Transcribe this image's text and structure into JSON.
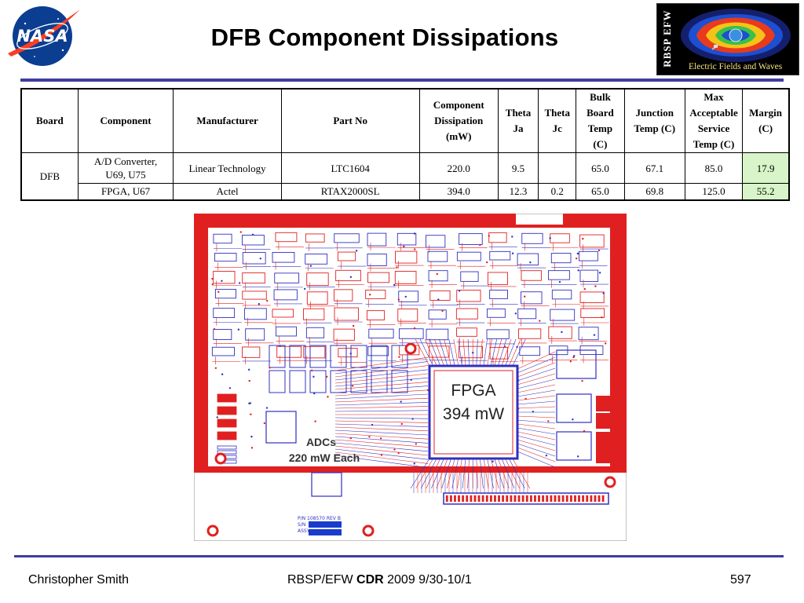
{
  "title": "DFB Component Dissipations",
  "logos": {
    "nasa": "NASA",
    "efw_vertical": "RBSP EFW",
    "efw_caption": "Electric Fields and Waves"
  },
  "table": {
    "headers": [
      [
        "Board"
      ],
      [
        "Component"
      ],
      [
        "Manufacturer"
      ],
      [
        "Part No"
      ],
      [
        "Component",
        "Dissipation",
        "(mW)"
      ],
      [
        "Theta",
        "Ja"
      ],
      [
        "Theta",
        "Jc"
      ],
      [
        "Bulk",
        "Board",
        "Temp",
        "(C)"
      ],
      [
        "Junction",
        "Temp (C)"
      ],
      [
        "Max",
        "Acceptable",
        "Service",
        "Temp (C)"
      ],
      [
        "Margin",
        "(C)"
      ]
    ],
    "board": "DFB",
    "rows": [
      {
        "component": [
          "A/D Converter,",
          "U69, U75"
        ],
        "manufacturer": "Linear Technology",
        "part_no": "LTC1604",
        "dissipation": "220.0",
        "theta_ja": "9.5",
        "theta_jc": "",
        "bulk_temp": "65.0",
        "junction_temp": "67.1",
        "max_temp": "85.0",
        "margin": "17.9"
      },
      {
        "component": [
          "FPGA, U67"
        ],
        "manufacturer": "Actel",
        "part_no": "RTAX2000SL",
        "dissipation": "394.0",
        "theta_ja": "12.3",
        "theta_jc": "0.2",
        "bulk_temp": "65.0",
        "junction_temp": "69.8",
        "max_temp": "125.0",
        "margin": "55.2"
      }
    ]
  },
  "pcb": {
    "fpga_label": "FPGA",
    "fpga_power": "394 mW",
    "adc_label": "ADCs",
    "adc_power": "220 mW Each",
    "pn_label": "P/N 108570 REV B",
    "sn_label": "S/N",
    "assy_label": "ASSY"
  },
  "footer": {
    "author": "Christopher Smith",
    "center_prefix": "RBSP/EFW ",
    "center_bold": "CDR",
    "center_suffix": " 2009 9/30-10/1",
    "page": "597"
  },
  "colors": {
    "accent_rule": "#3d3d9e",
    "margin_cell": "#d7f5c8",
    "pcb_red": "#e02020",
    "pcb_blue": "#3030c0"
  }
}
